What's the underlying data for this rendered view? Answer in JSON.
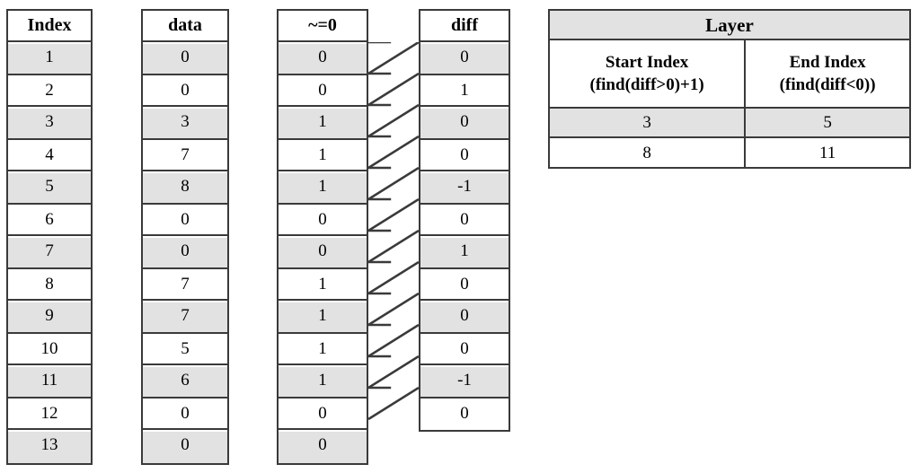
{
  "columns": [
    {
      "id": "index",
      "header": "Index",
      "values": [
        "1",
        "2",
        "3",
        "4",
        "5",
        "6",
        "7",
        "8",
        "9",
        "10",
        "11",
        "12",
        "13"
      ]
    },
    {
      "id": "data",
      "header": "data",
      "values": [
        "0",
        "0",
        "3",
        "7",
        "8",
        "0",
        "0",
        "7",
        "7",
        "5",
        "6",
        "0",
        "0"
      ]
    },
    {
      "id": "nonzero",
      "header": "~=0",
      "values": [
        "0",
        "0",
        "1",
        "1",
        "1",
        "0",
        "0",
        "1",
        "1",
        "1",
        "1",
        "0",
        "0"
      ]
    },
    {
      "id": "diff",
      "header": "diff",
      "values": [
        "0",
        "1",
        "0",
        "0",
        "-1",
        "0",
        "1",
        "0",
        "0",
        "0",
        "-1",
        "0"
      ]
    }
  ],
  "layer": {
    "title": "Layer",
    "start_col": {
      "line1": "Start Index",
      "line2": "(find(diff>0)+1)"
    },
    "end_col": {
      "line1": "End Index",
      "line2": "(find(diff<0))"
    },
    "rows": [
      {
        "start": "3",
        "end": "5"
      },
      {
        "start": "8",
        "end": "11"
      }
    ]
  },
  "connector": {
    "name": "zigzag-shift-connector",
    "segments": 12,
    "description": "diagonal lines linking each ~=0 row to the diff row above it"
  },
  "style": {
    "shade_color": "#e2e2e2",
    "border_color": "#3a3a3a",
    "background": "#ffffff",
    "text_color": "#000000"
  }
}
